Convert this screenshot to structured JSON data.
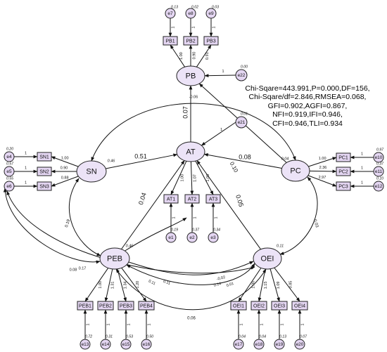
{
  "colors": {
    "latent_fill": "#ece3f7",
    "latent_stroke": "#222222",
    "indicator_fill": "#e4d6f2",
    "error_fill": "#e4d6f2",
    "line": "#111111"
  },
  "fit_stats": [
    "Chi-Sqare=443.991,P=0.000,DF=156,",
    "Chi-Sqare/df=2.846,RMSEA=0.068,",
    "GFI=0.902,AGFI=0.867,",
    "NFI=0.919,IFI=0.946,",
    "CFI=0.946,TLI=0.934"
  ],
  "latents": [
    {
      "id": "PB",
      "label": "PB"
    },
    {
      "id": "AT",
      "label": "AT"
    },
    {
      "id": "SN",
      "label": "SN"
    },
    {
      "id": "PC",
      "label": "PC"
    },
    {
      "id": "PEB",
      "label": "PEB"
    },
    {
      "id": "OEI",
      "label": "OEI"
    }
  ],
  "indicators": [
    {
      "id": "PB1",
      "factor": "PB",
      "loading": "1.00",
      "error": "e7",
      "error_var": "0.13"
    },
    {
      "id": "PB2",
      "factor": "PB",
      "loading": "0.90",
      "error": "e8",
      "error_var": "0.02"
    },
    {
      "id": "PB3",
      "factor": "PB",
      "loading": "0.91",
      "error": "e9",
      "error_var": "0.03"
    },
    {
      "id": "SN1",
      "factor": "SN",
      "loading": "1.00",
      "error": "e4",
      "error_var": "0.20"
    },
    {
      "id": "SN2",
      "factor": "SN",
      "loading": "0.90",
      "error": "e5",
      "error_var": "0.57"
    },
    {
      "id": "SN3",
      "factor": "SN",
      "loading": "0.88",
      "error": "e6",
      "error_var": "0.55"
    },
    {
      "id": "AT1",
      "factor": "AT",
      "loading": "1.00",
      "error": "e1",
      "error_var": "0.19"
    },
    {
      "id": "AT2",
      "factor": "AT",
      "loading": "1.07",
      "error": "e2",
      "error_var": "0.37"
    },
    {
      "id": "AT3",
      "factor": "AT",
      "loading": "1.00",
      "error": "e3",
      "error_var": "0.34"
    },
    {
      "id": "PC1",
      "factor": "PC",
      "loading": "1.00",
      "error": "e10",
      "error_var": "0.97"
    },
    {
      "id": "PC2",
      "factor": "PC",
      "loading": "2.36",
      "error": "e11",
      "error_var": "0.37"
    },
    {
      "id": "PC3",
      "factor": "PC",
      "loading": "2.97",
      "error": "e12",
      "error_var": "0.10"
    },
    {
      "id": "PEB1",
      "factor": "PEB",
      "loading": "1.00",
      "error": "e13",
      "error_var": "0.72"
    },
    {
      "id": "PEB2",
      "factor": "PEB",
      "loading": "1.31",
      "error": "e14",
      "error_var": "0.31"
    },
    {
      "id": "PEB3",
      "factor": "PEB",
      "loading": "1.34",
      "error": "e15",
      "error_var": "0.53"
    },
    {
      "id": "PEB4",
      "factor": "PEB",
      "loading": "1.20",
      "error": "e16",
      "error_var": "0.50"
    },
    {
      "id": "OEI1",
      "factor": "OEI",
      "loading": "1.00",
      "error": "e17",
      "error_var": "0.04"
    },
    {
      "id": "OEI2",
      "factor": "OEI",
      "loading": "1.15",
      "error": "e18",
      "error_var": "0.04"
    },
    {
      "id": "OEI3",
      "factor": "OEI",
      "loading": "1.09",
      "error": "e19",
      "error_var": "0.13"
    },
    {
      "id": "OEI4",
      "factor": "OEI",
      "loading": "0.85",
      "error": "e20",
      "error_var": "0.07"
    }
  ],
  "disturbances": [
    {
      "id": "e22",
      "target": "PB",
      "var": "0.00"
    },
    {
      "id": "e21",
      "target": "AT",
      "var": "0.01"
    }
  ],
  "factor_variances": [
    {
      "factor": "SN",
      "value": "0.46"
    },
    {
      "factor": "PC",
      "value": "0.04"
    },
    {
      "factor": "PEB",
      "value": "0.46"
    },
    {
      "factor": "OEI",
      "value": "0.11"
    }
  ],
  "paths": [
    {
      "from": "SN",
      "to": "AT",
      "coef": "0.51"
    },
    {
      "from": "AT",
      "to": "PB",
      "coef": "0.07"
    },
    {
      "from": "PC",
      "to": "AT",
      "coef": "0.08"
    },
    {
      "from": "PEB",
      "to": "AT",
      "coef": "0.04"
    },
    {
      "from": "OEI",
      "to": "AT",
      "coef": "0.05"
    },
    {
      "from": "PC",
      "to": "PB",
      "coef": "0.10"
    }
  ],
  "covariances": [
    {
      "between": "SN-PEB",
      "value": "0.19"
    },
    {
      "between": "PC-OEI",
      "value": "0.03"
    },
    {
      "between": "PEB-OEI",
      "value": "0.06"
    },
    {
      "between": "PEB-OEI (upper)",
      "value": "0.11"
    },
    {
      "between": "OEI cross",
      "value": "0.01"
    },
    {
      "between": "PEB cross",
      "value": "0.11"
    },
    {
      "between": "SN-PC top",
      "value": "-0.06"
    },
    {
      "between": "e6-PEB",
      "value": "0.08"
    },
    {
      "between": "e6-PEB b",
      "value": "0.17"
    },
    {
      "between": "PEB-OEI c",
      "value": "-0.02"
    },
    {
      "between": "PEB-OEI d",
      "value": "0.14"
    }
  ],
  "small_marks": {
    "error_weight": "1",
    "arrow_dash": "—"
  }
}
